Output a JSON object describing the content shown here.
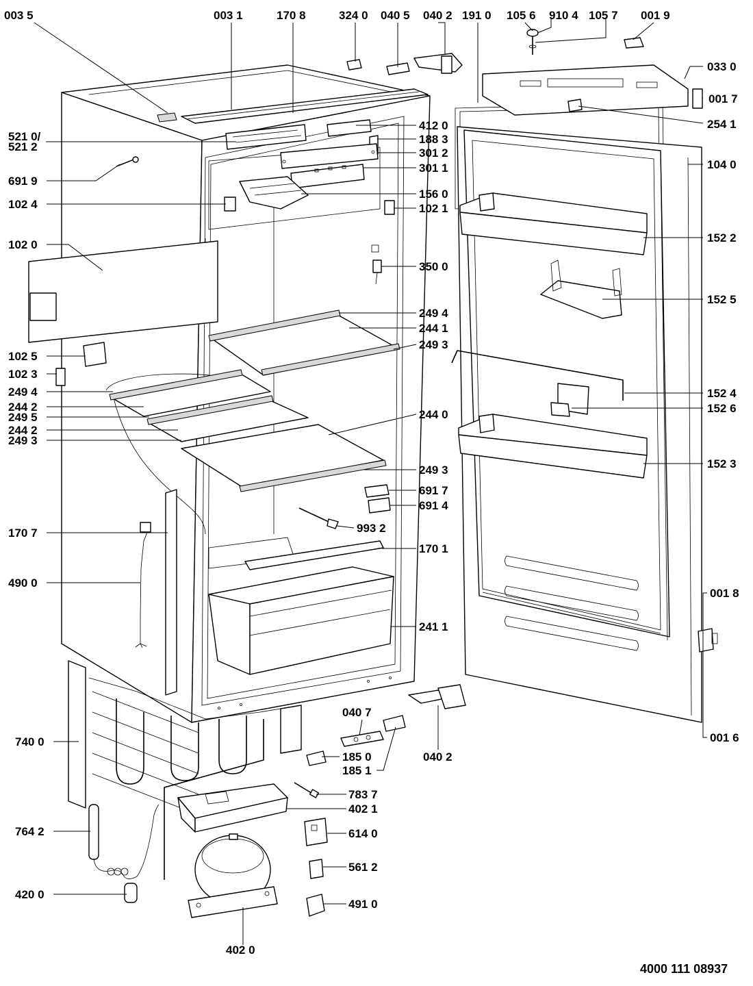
{
  "drawing_number": "4000 111 08937",
  "callouts": [
    {
      "id": "c-0035",
      "text": "003 5"
    },
    {
      "id": "c-0031",
      "text": "003 1"
    },
    {
      "id": "c-1708",
      "text": "170 8"
    },
    {
      "id": "c-3240",
      "text": "324 0"
    },
    {
      "id": "c-0405",
      "text": "040 5"
    },
    {
      "id": "c-0402a",
      "text": "040 2"
    },
    {
      "id": "c-1910",
      "text": "191 0"
    },
    {
      "id": "c-1056",
      "text": "105 6"
    },
    {
      "id": "c-9104",
      "text": "910 4"
    },
    {
      "id": "c-1057",
      "text": "105 7"
    },
    {
      "id": "c-0019",
      "text": "001 9"
    },
    {
      "id": "c-0330",
      "text": "033 0"
    },
    {
      "id": "c-0017",
      "text": "001 7"
    },
    {
      "id": "c-2541",
      "text": "254 1"
    },
    {
      "id": "c-4120",
      "text": "412 0"
    },
    {
      "id": "c-5210",
      "text": "521 0/"
    },
    {
      "id": "c-5212",
      "text": "521 2"
    },
    {
      "id": "c-1883",
      "text": "188 3"
    },
    {
      "id": "c-3012",
      "text": "301 2"
    },
    {
      "id": "c-3011",
      "text": "301 1"
    },
    {
      "id": "c-1040",
      "text": "104 0"
    },
    {
      "id": "c-6919",
      "text": "691 9"
    },
    {
      "id": "c-1560",
      "text": "156 0"
    },
    {
      "id": "c-1024",
      "text": "102 4"
    },
    {
      "id": "c-1021",
      "text": "102 1"
    },
    {
      "id": "c-1522",
      "text": "152 2"
    },
    {
      "id": "c-1020",
      "text": "102 0"
    },
    {
      "id": "c-3500",
      "text": "350 0"
    },
    {
      "id": "c-1525",
      "text": "152 5"
    },
    {
      "id": "c-2494a",
      "text": "249 4"
    },
    {
      "id": "c-2441",
      "text": "244 1"
    },
    {
      "id": "c-2493a",
      "text": "249 3"
    },
    {
      "id": "c-1025",
      "text": "102 5"
    },
    {
      "id": "c-1023",
      "text": "102 3"
    },
    {
      "id": "c-2494b",
      "text": "249 4"
    },
    {
      "id": "c-2442a",
      "text": "244 2"
    },
    {
      "id": "c-2495",
      "text": "249 5"
    },
    {
      "id": "c-2442b",
      "text": "244 2"
    },
    {
      "id": "c-2493b",
      "text": "249 3"
    },
    {
      "id": "c-1524",
      "text": "152 4"
    },
    {
      "id": "c-2440",
      "text": "244 0"
    },
    {
      "id": "c-1526",
      "text": "152 6"
    },
    {
      "id": "c-1523",
      "text": "152 3"
    },
    {
      "id": "c-2493c",
      "text": "249 3"
    },
    {
      "id": "c-6917",
      "text": "691 7"
    },
    {
      "id": "c-6914",
      "text": "691 4"
    },
    {
      "id": "c-1707",
      "text": "170 7"
    },
    {
      "id": "c-9932",
      "text": "993 2"
    },
    {
      "id": "c-1701",
      "text": "170 1"
    },
    {
      "id": "c-4900",
      "text": "490 0"
    },
    {
      "id": "c-0018",
      "text": "001 8"
    },
    {
      "id": "c-2411",
      "text": "241 1"
    },
    {
      "id": "c-0407",
      "text": "040 7"
    },
    {
      "id": "c-7400",
      "text": "740 0"
    },
    {
      "id": "c-1850",
      "text": "185 0"
    },
    {
      "id": "c-1851",
      "text": "185 1"
    },
    {
      "id": "c-0402b",
      "text": "040 2"
    },
    {
      "id": "c-0016",
      "text": "001 6"
    },
    {
      "id": "c-7837",
      "text": "783 7"
    },
    {
      "id": "c-4021",
      "text": "402 1"
    },
    {
      "id": "c-7642",
      "text": "764 2"
    },
    {
      "id": "c-6140",
      "text": "614 0"
    },
    {
      "id": "c-5612",
      "text": "561 2"
    },
    {
      "id": "c-4200",
      "text": "420 0"
    },
    {
      "id": "c-4910",
      "text": "491 0"
    },
    {
      "id": "c-4020",
      "text": "402 0"
    }
  ]
}
